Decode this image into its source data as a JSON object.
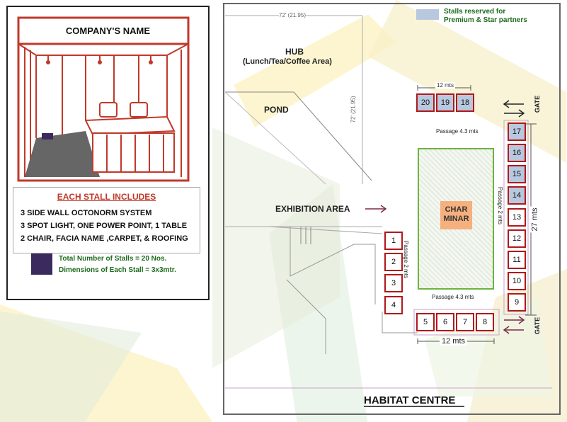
{
  "booth": {
    "company_name": "COMPANY'S NAME",
    "includes_title": "EACH STALL INCLUDES",
    "includes_lines": [
      "3 SIDE WALL OCTONORM SYSTEM",
      "3 SPOT LIGHT, ONE POWER POINT, 1 TABLE",
      "2 CHAIR, FACIA NAME ,CARPET, & ROOFING"
    ],
    "total_stalls": "Total Number of Stalls = 20 Nos.",
    "dimensions": "Dimensions of Each Stall = 3x3mtr."
  },
  "map": {
    "legend_premium_line1": "Stalls reserved for",
    "legend_premium_line2": "Premium & Star partners",
    "hub_line1": "HUB",
    "hub_line2": "(Lunch/Tea/Coffee Area)",
    "pond": "POND",
    "exhibition_area": "EXHIBITION AREA",
    "char_minar_line1": "CHAR",
    "char_minar_line2": "MINAR",
    "dim_top": "72' (21.95)",
    "dim_vertical": "72' (21.95)",
    "top_width": "12 mts",
    "bottom_width": "12 mts",
    "passage_top": "Passage 4.3 mts",
    "passage_bottom": "Passage 4.3 mts",
    "passage_left": "Passage 2 mts",
    "passage_right": "Passage 2 mts",
    "right_length": "27 mts",
    "gate_top": "GATE",
    "gate_bottom": "GATE",
    "venue": "HABITAT CENTRE",
    "stalls": [
      {
        "num": "1",
        "premium": false
      },
      {
        "num": "2",
        "premium": false
      },
      {
        "num": "3",
        "premium": false
      },
      {
        "num": "4",
        "premium": false
      },
      {
        "num": "5",
        "premium": false
      },
      {
        "num": "6",
        "premium": false
      },
      {
        "num": "7",
        "premium": false
      },
      {
        "num": "8",
        "premium": false
      },
      {
        "num": "9",
        "premium": false
      },
      {
        "num": "10",
        "premium": false
      },
      {
        "num": "11",
        "premium": false
      },
      {
        "num": "12",
        "premium": false
      },
      {
        "num": "13",
        "premium": false
      },
      {
        "num": "14",
        "premium": true
      },
      {
        "num": "15",
        "premium": true
      },
      {
        "num": "16",
        "premium": true
      },
      {
        "num": "17",
        "premium": true
      },
      {
        "num": "18",
        "premium": true
      },
      {
        "num": "19",
        "premium": true
      },
      {
        "num": "20",
        "premium": true
      }
    ]
  },
  "colors": {
    "stall_border": "#b0181b",
    "premium_fill": "#b8c8df",
    "legend_text": "#1e6b1e",
    "char_minar": "#f6b07e",
    "green_area": "#6db33f"
  }
}
